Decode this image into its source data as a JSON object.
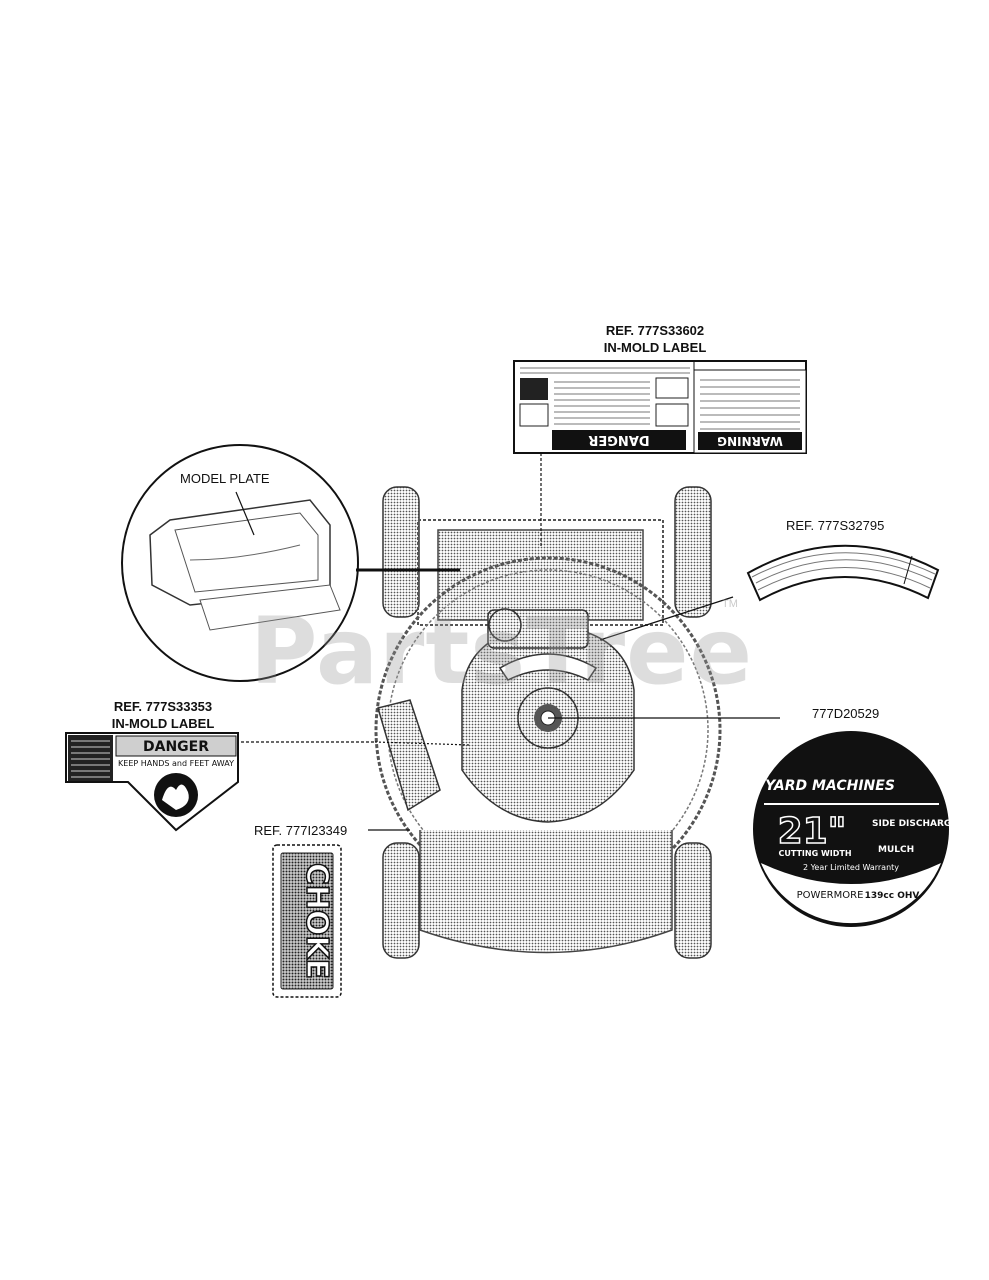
{
  "watermark": {
    "text": "PartsTree",
    "tm": "TM"
  },
  "callouts": {
    "model_plate": "MODEL PLATE",
    "ref_33602_line1": "REF. 777S33602",
    "ref_33602_line2": "IN-MOLD LABEL",
    "ref_32795": "REF. 777S32795",
    "ref_33353_line1": "REF. 777S33353",
    "ref_33353_line2": "IN-MOLD LABEL",
    "ref_23349": "REF. 777I23349",
    "ref_20529": "777D20529"
  },
  "decals": {
    "danger_warning": {
      "danger": "DANGER",
      "warning": "WARNING"
    },
    "hands_feet": {
      "title": "DANGER",
      "subtitle": "KEEP HANDS and FEET AWAY"
    },
    "throttle": {
      "text": "CHOKE"
    },
    "brand": {
      "brand": "YARD MACHINES",
      "size": "21\"",
      "side_discharge": "SIDE DISCHARGE",
      "mulch": "MULCH",
      "cutting_width": "CUTTING WIDTH",
      "warranty": "2 Year Limited Warranty",
      "engine": "POWERMORE",
      "displacement": "139cc OHV"
    }
  },
  "colors": {
    "line": "#111111",
    "hatch": "#9a9a9a",
    "watermark": "#969696"
  }
}
